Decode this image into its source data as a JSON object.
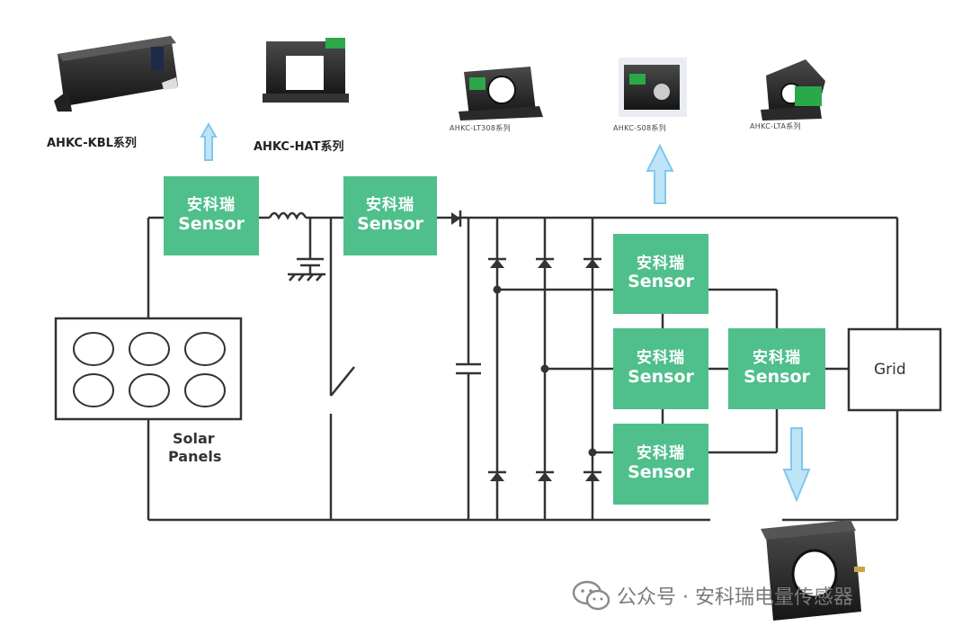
{
  "products": {
    "kbl": "AHKC-KBL系列",
    "hat": "AHKC-HAT系列",
    "lt": "AHKC-LT308系列",
    "s": "AHKC-S08系列",
    "lta": "AHKC-LTA系列"
  },
  "sensor": {
    "cn": "安科瑞",
    "en": "Sensor"
  },
  "labels": {
    "solar_line1": "Solar",
    "solar_line2": "Panels",
    "grid": "Grid"
  },
  "watermark": {
    "text": "公众号 · 安科瑞电量传感器"
  },
  "colors": {
    "sensor_green": "#4fbf8c",
    "arrow_blue": "#7fc8ee",
    "wire": "#333333",
    "product_dark": "#2a2a2a",
    "connector_green": "#2aa84a"
  }
}
